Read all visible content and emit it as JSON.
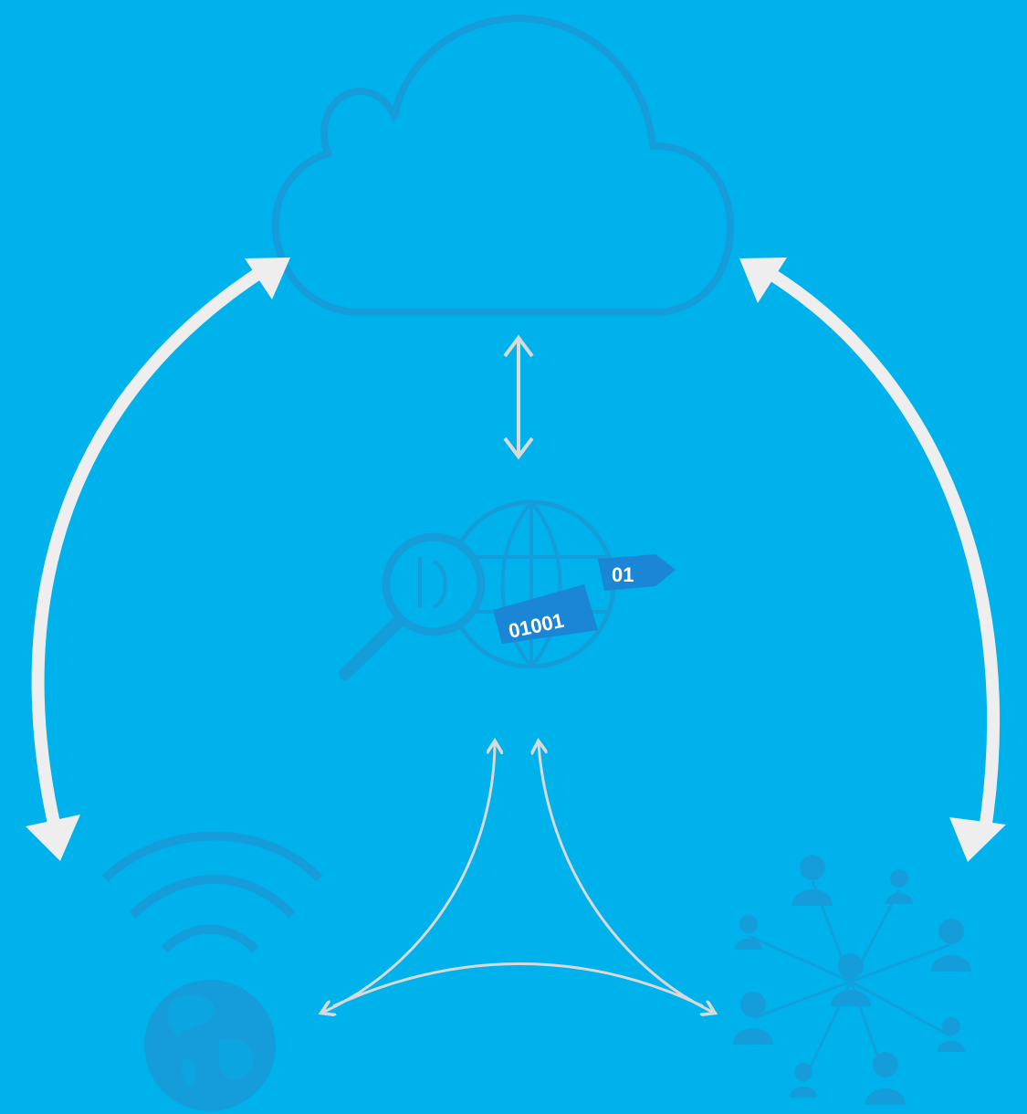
{
  "diagram": {
    "colors": {
      "background": "#00b2ec",
      "icon_blue": "#159ddb",
      "arrow_white": "#eeeeee",
      "arrow_light": "#d9d9d9",
      "badge_blue": "#1b86d6"
    },
    "nodes": [
      {
        "name": "cloud",
        "icon": "cloud-icon"
      },
      {
        "name": "data-analysis",
        "icon": "globe-magnifier-icon"
      },
      {
        "name": "wireless-internet",
        "icon": "wifi-globe-icon"
      },
      {
        "name": "social-network",
        "icon": "people-network-icon"
      }
    ],
    "binary": {
      "long_label": "01001",
      "short_label": "01"
    }
  }
}
